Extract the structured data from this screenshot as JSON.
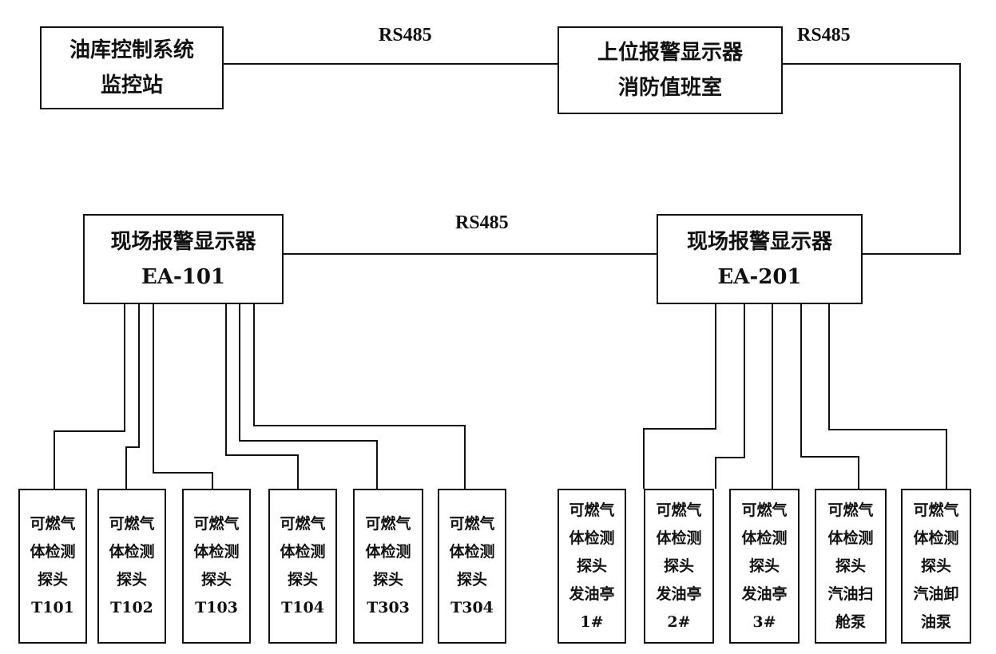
{
  "links": {
    "label_top_left": "RS485",
    "label_top_right": "RS485",
    "label_middle": "RS485"
  },
  "top_left": {
    "line1": "油库控制系统",
    "line2": "监控站"
  },
  "top_right": {
    "line1": "上位报警显示器",
    "line2": "消防值班室"
  },
  "display_a": {
    "line1": "现场报警显示器",
    "line2": "EA-101"
  },
  "display_b": {
    "line1": "现场报警显示器",
    "line2": "EA-201"
  },
  "detectors_a": [
    {
      "lines": [
        "可燃气",
        "体检测",
        "探头",
        "T101"
      ]
    },
    {
      "lines": [
        "可燃气",
        "体检测",
        "探头",
        "T102"
      ]
    },
    {
      "lines": [
        "可燃气",
        "体检测",
        "探头",
        "T103"
      ]
    },
    {
      "lines": [
        "可燃气",
        "体检测",
        "探头",
        "T104"
      ]
    },
    {
      "lines": [
        "可燃气",
        "体检测",
        "探头",
        "T303"
      ]
    },
    {
      "lines": [
        "可燃气",
        "体检测",
        "探头",
        "T304"
      ]
    }
  ],
  "detectors_b": [
    {
      "lines": [
        "可燃气",
        "体检测",
        "探头",
        "发油亭",
        "1#"
      ]
    },
    {
      "lines": [
        "可燃气",
        "体检测",
        "探头",
        "发油亭",
        "2#"
      ]
    },
    {
      "lines": [
        "可燃气",
        "体检测",
        "探头",
        "发油亭",
        "3#"
      ]
    },
    {
      "lines": [
        "可燃气",
        "体检测",
        "探头",
        "汽油扫",
        "舱泵"
      ]
    },
    {
      "lines": [
        "可燃气",
        "体检测",
        "探头",
        "汽油卸",
        "油泵"
      ]
    }
  ]
}
